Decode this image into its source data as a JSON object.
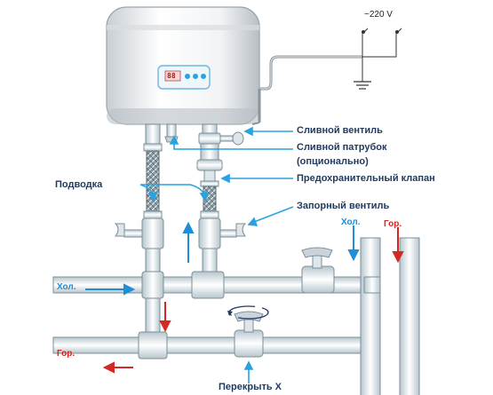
{
  "power": {
    "voltage": "~220 V"
  },
  "labels": {
    "drain_valve": "Сливной вентиль",
    "drain_pipe_line1": "Сливной патрубок",
    "drain_pipe_line2": "(опционально)",
    "safety_valve": "Предохранительный клапан",
    "supply": "Подводка",
    "shutoff_valve": "Запорный вентиль",
    "shut_x": "Перекрыть X"
  },
  "pipes": {
    "cold_left": "Хол.",
    "hot_left": "Гор.",
    "cold_right": "Хол.",
    "hot_right": "Гор."
  },
  "display": {
    "readout": "88"
  },
  "colors": {
    "hot": "#d22a22",
    "cold": "#1e8fd6",
    "label_arrow": "#29a3e0",
    "pipe": "#d8e4ea",
    "pipe_stroke": "#7b8f99",
    "text": "#1f3a5f"
  }
}
